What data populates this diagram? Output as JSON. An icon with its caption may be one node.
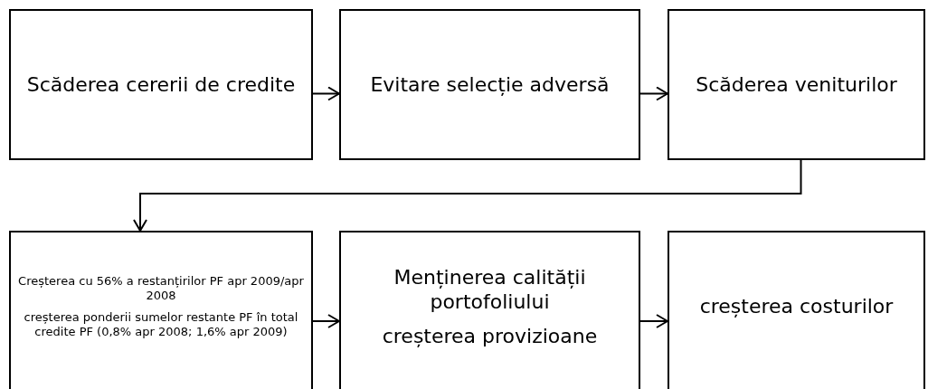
{
  "diagram": {
    "nodes": [
      {
        "text": [
          "Scăderea cererii de credite"
        ]
      },
      {
        "text": [
          "Evitare selecție adversă"
        ]
      },
      {
        "text": [
          "Scăderea veniturilor"
        ]
      },
      {
        "text": [
          "Creșterea cu 56% a restanțirilor PF apr 2009/apr 2008",
          "creșterea ponderii sumelor restante PF în total credite PF (0,8% apr 2008; 1,6% apr 2009)"
        ]
      },
      {
        "text": [
          "Menținerea calității portofoliului",
          "creșterea provizioane"
        ]
      },
      {
        "text": [
          "creșterea costurilor"
        ]
      }
    ],
    "edges": [
      {
        "from": 0,
        "to": 1,
        "arrow": "to"
      },
      {
        "from": 1,
        "to": 2,
        "arrow": "to"
      },
      {
        "from": 2,
        "to": 3,
        "arrow": "to"
      },
      {
        "from": 3,
        "to": 4,
        "arrow": "to"
      },
      {
        "from": 4,
        "to": 5,
        "arrow": "to"
      }
    ]
  }
}
